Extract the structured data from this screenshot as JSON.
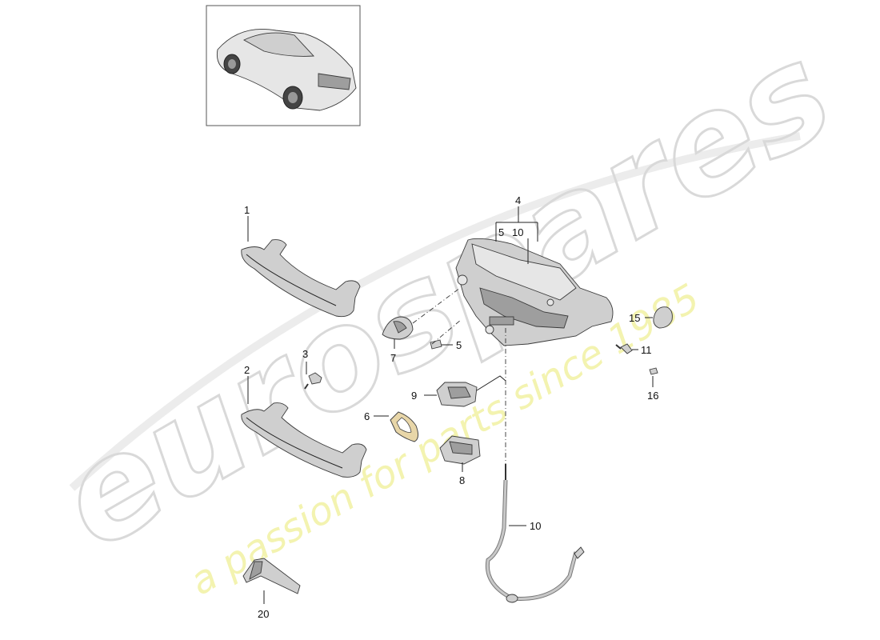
{
  "watermark": {
    "brand": "eurospares",
    "tagline": "a passion for parts since 1985"
  },
  "callouts": {
    "c1": "1",
    "c2": "2",
    "c3": "3",
    "c4": "4",
    "c4_sub5": "5",
    "c4_sub10": "10",
    "c5": "5",
    "c6": "6",
    "c7": "7",
    "c8": "8",
    "c9": "9",
    "c10": "10",
    "c11": "11",
    "c15": "15",
    "c16": "16",
    "c20": "20"
  }
}
